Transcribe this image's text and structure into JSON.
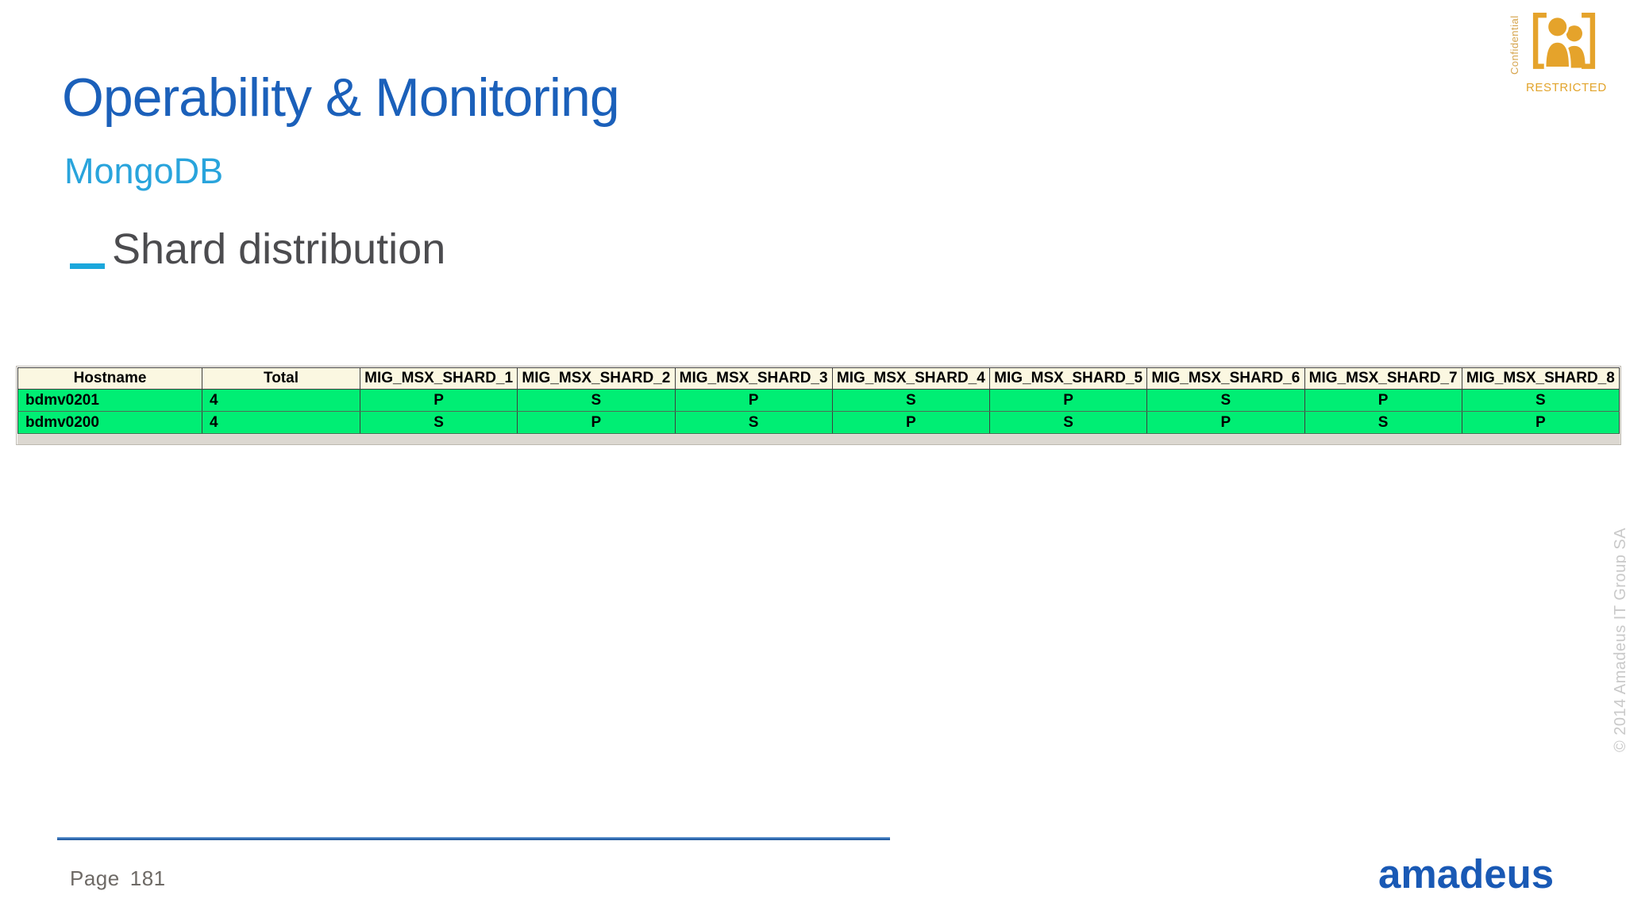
{
  "slide": {
    "title": "Operability & Monitoring",
    "subtitle": "MongoDB",
    "section_marker": "_",
    "section_heading": "Shard distribution",
    "page_label": "Page",
    "page_number": "181",
    "copyright_vertical": "© 2014 Amadeus IT Group SA"
  },
  "classification": {
    "confidential_label": "Confidential",
    "restricted_label": "RESTRICTED",
    "icon": "people-in-brackets-icon"
  },
  "brand": {
    "logo_text": "amadeus"
  },
  "table": {
    "columns": [
      "Hostname",
      "Total",
      "MIG_MSX_SHARD_1",
      "MIG_MSX_SHARD_2",
      "MIG_MSX_SHARD_3",
      "MIG_MSX_SHARD_4",
      "MIG_MSX_SHARD_5",
      "MIG_MSX_SHARD_6",
      "MIG_MSX_SHARD_7",
      "MIG_MSX_SHARD_8"
    ],
    "rows": [
      {
        "hostname": "bdmv0201",
        "total": "4",
        "shards": [
          "P",
          "S",
          "P",
          "S",
          "P",
          "S",
          "P",
          "S"
        ]
      },
      {
        "hostname": "bdmv0200",
        "total": "4",
        "shards": [
          "S",
          "P",
          "S",
          "P",
          "S",
          "P",
          "S",
          "P"
        ]
      }
    ]
  },
  "colors": {
    "title_blue": "#1b60ba",
    "subtitle_blue": "#29a4dc",
    "accent_cyan": "#1ba7dc",
    "header_cream": "#fbf7e1",
    "cell_green": "#00ee74",
    "gold": "#e2a42b",
    "amadeus_blue": "#1959b5"
  }
}
